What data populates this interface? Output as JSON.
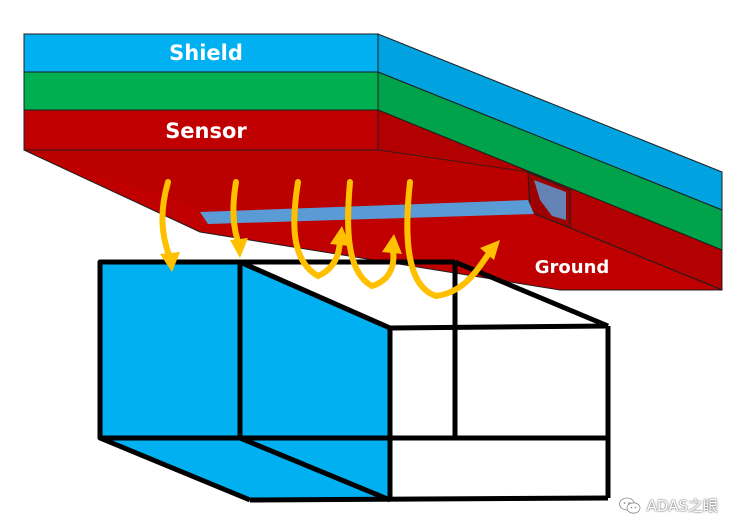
{
  "labels": {
    "shield": "Shield",
    "sensor": "Sensor",
    "ground": "Ground"
  },
  "watermark": {
    "text": "ADAS之眼",
    "icon": "wechat-icon"
  },
  "colors": {
    "shield": "#00b0f0",
    "shield_side": "#00a3e0",
    "middle": "#00b050",
    "middle_side": "#00a24a",
    "sensor": "#c00000",
    "sensor_dark": "#a60000",
    "field_arrows": "#ffc000",
    "blue_object": "#00b0f0",
    "outline": "#000000"
  }
}
